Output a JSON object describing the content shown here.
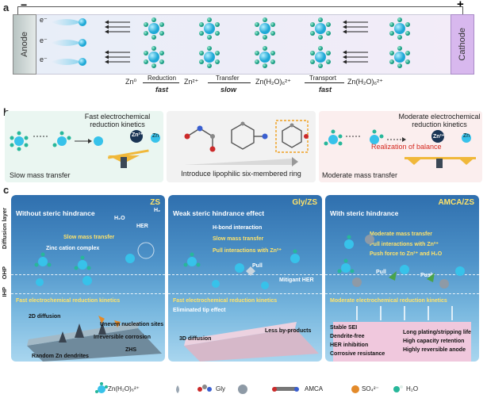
{
  "panel_a": {
    "letter": "a",
    "minus": "−",
    "plus": "+",
    "anode": "Anode",
    "cathode": "Cathode",
    "electron": "e⁻",
    "mechanism": {
      "zn0": "Zn⁰",
      "reduction": "Reduction",
      "fast1": "fast",
      "zn2": "Zn²⁺",
      "transfer": "Transfer",
      "slow": "slow",
      "znh2o_1": "Zn(H₂O)₆²⁺",
      "transport": "Transport",
      "fast2": "fast",
      "znh2o_2": "Zn(H₂O)₆²⁺"
    }
  },
  "panel_b": {
    "letter": "b",
    "left_title": "Fast electrochemical reduction kinetics",
    "left_bottom": "Slow mass transfer",
    "zn2": "Zn²⁺",
    "zn": "Zn",
    "middle_caption": "Introduce lipophilic six-membered ring",
    "right_title": "Moderate electrochemical reduction kinetics",
    "balance": "Realization of balance",
    "right_bottom": "Moderate mass transfer"
  },
  "panel_c": {
    "letter": "c",
    "side_labels": [
      "Diffusion layer",
      "OHP",
      "IHP"
    ],
    "zs": {
      "tag": "ZS",
      "head": "Without steric hindrance",
      "h2o": "H₂O",
      "her": "HER",
      "h2": "H₂",
      "slow": "Slow mass transfer",
      "complex": "Zinc cation complex",
      "fast": "Fast electrochemical reduction kinetics",
      "diff2d": "2D diffusion",
      "uneven": "Uneven nucleation sites",
      "irrev": "Irreversible corrosion",
      "dendrites": "Random Zn dendrites",
      "zhs": "ZHS"
    },
    "gly": {
      "tag": "Gly/ZS",
      "head": "Weak steric hindrance effect",
      "hbond": "H-bond interaction",
      "slow": "Slow mass transfer",
      "pull_int": "Pull interactions with Zn²⁺",
      "pull": "Pull",
      "mitigant": "Mitigant HER",
      "fast": "Fast electrochemical reduction kinetics",
      "tip": "Eliminated tip effect",
      "diff3d": "3D diffusion",
      "less": "Less by-products"
    },
    "amca": {
      "tag": "AMCA/ZS",
      "head": "With steric hindrance",
      "moderate": "Moderate mass transfer",
      "pull_int": "Pull interactions with Zn²⁺",
      "push_force": "Push force to Zn²⁺ and H₂O",
      "pull": "Pull",
      "push": "Push",
      "kinetics": "Moderate electrochemical reduction kinetics",
      "left_list": [
        "Stable SEI",
        "Dendrite-free",
        "HER inhibition",
        "Corrosive resistance"
      ],
      "right_list": [
        "Long plating/stripping life",
        "High capacity retention",
        "Highly reversible anode"
      ]
    }
  },
  "legend": {
    "complex": "Zn(H₂O)₆²⁺",
    "gly": "Gly",
    "amca": "AMCA",
    "so4": "SO₄²⁻",
    "h2o": "H₂O"
  },
  "colors": {
    "zn_ion": "#37c2ea",
    "water_green": "#27b79a",
    "cathode": "#d8b8ee",
    "yellow_text": "#ffe36a",
    "balance_red": "#d4281f"
  }
}
